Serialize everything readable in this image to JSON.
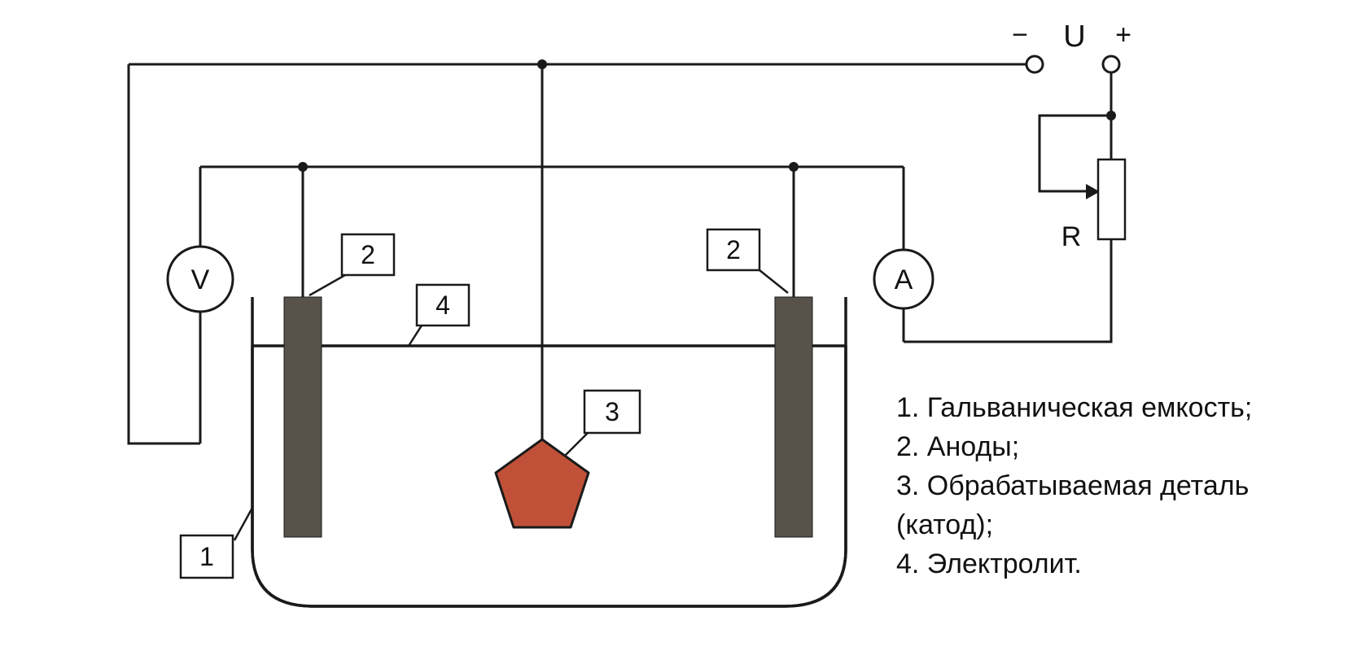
{
  "diagram": {
    "terminals": {
      "minus": "−",
      "supply": "U",
      "plus": "+"
    },
    "rheostat": {
      "label": "R"
    },
    "voltmeter": {
      "label": "V"
    },
    "ammeter": {
      "label": "A"
    },
    "callouts": {
      "tank": "1",
      "anode_left": "2",
      "anode_right": "2",
      "part": "3",
      "electrolyte": "4"
    },
    "legend": {
      "items": [
        "1. Гальваническая емкость;",
        "2. Аноды;",
        "3. Обрабатываемая деталь",
        " (катод);",
        "4. Электролит."
      ]
    },
    "colors": {
      "electrolyte": "#8fd2a9",
      "part": "#c05138",
      "anode": "#57534b",
      "line": "#1a1a1a"
    }
  }
}
